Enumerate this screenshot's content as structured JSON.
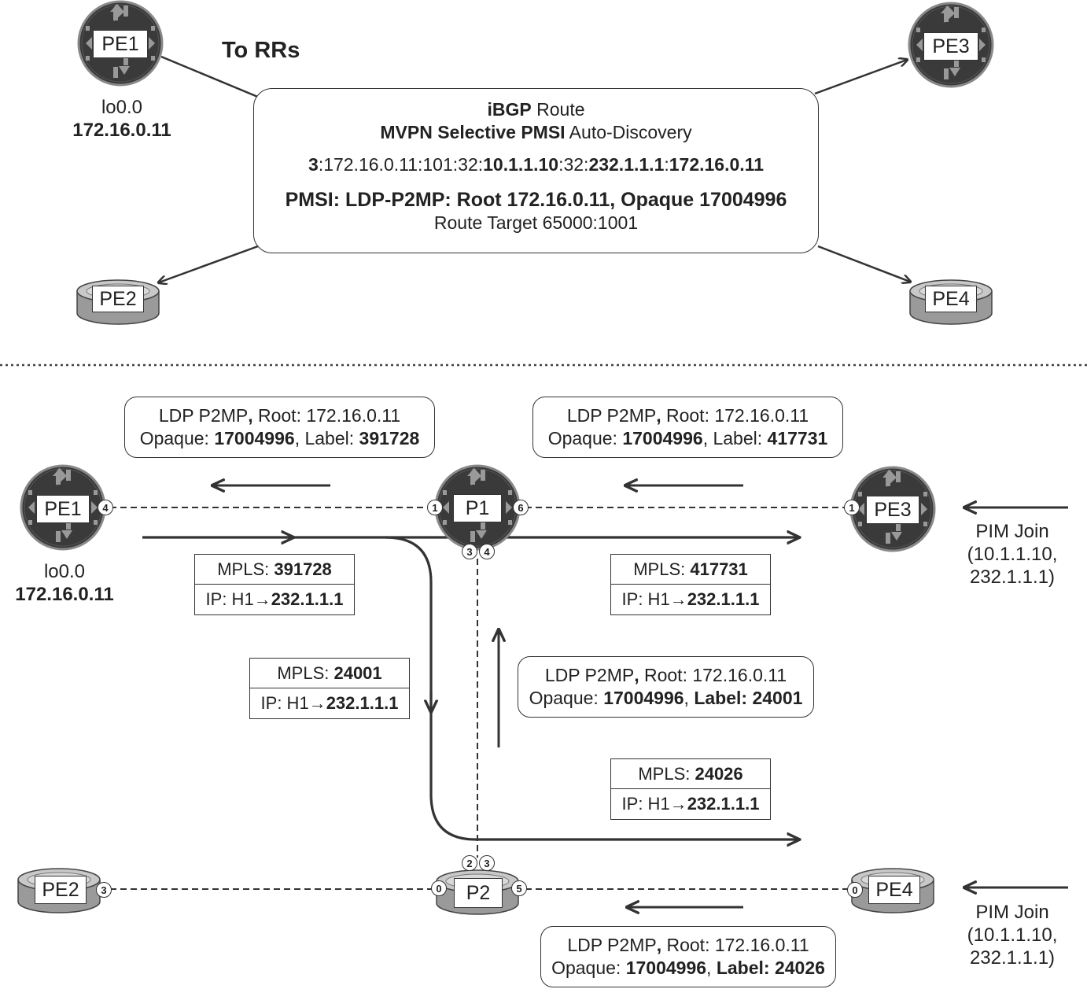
{
  "top": {
    "to_rrs": "To RRs",
    "pe1": {
      "name": "PE1",
      "lo": "lo0.0",
      "ip": "172.16.0.11"
    },
    "pe2": "PE2",
    "pe3": "PE3",
    "pe4": "PE4",
    "route": {
      "l1_bold": "iBGP",
      "l1_rest": " Route",
      "l2_bold": "MVPN Selective PMSI",
      "l2_rest": " Auto-Discovery",
      "l3_a": "3",
      "l3_b": ":172.16.0.11:101:32:",
      "l3_c": "10.1.1.10",
      "l3_d": ":32:",
      "l3_e": "232.1.1.1",
      "l3_f": ":",
      "l3_g": "172.16.0.11",
      "l4": "PMSI: LDP-P2MP: Root 172.16.0.11, Opaque 17004996",
      "l5": "Route Target 65000:1001"
    }
  },
  "bottom": {
    "nodes": {
      "pe1": "PE1",
      "p1": "P1",
      "pe3": "PE3",
      "pe2": "PE2",
      "p2": "P2",
      "pe4": "PE4"
    },
    "pe1_lo": "lo0.0",
    "pe1_ip": "172.16.0.11",
    "ports": {
      "pe1_4": "4",
      "p1_1": "1",
      "p1_6": "6",
      "p1_3": "3",
      "p1_4": "4",
      "pe3_1": "1",
      "pe2_3": "3",
      "p2_0": "0",
      "p2_5": "5",
      "p2_2": "2",
      "p2_3": "3",
      "pe4_0": "0"
    },
    "ldp": {
      "prefix": "LDP P2MP",
      "comma": ",",
      "root_text": " Root: 172.16.0.11",
      "opaque_label": "Opaque: ",
      "opaque_value": "17004996",
      "label_text": ", Label: ",
      "label_bold": ", ",
      "label_bold2": "Label: "
    },
    "ldp_labels": {
      "p1_to_pe1": "391728",
      "pe3_to_p1": "417731",
      "p2_to_p1": "24001",
      "pe4_to_p2": "24026"
    },
    "mpls": [
      {
        "mpls_label": "MPLS: ",
        "mpls_value": "391728",
        "ip_label": "IP: H1→",
        "ip_value": "232.1.1.1"
      },
      {
        "mpls_label": "MPLS: ",
        "mpls_value": "417731",
        "ip_label": "IP: H1→",
        "ip_value": "232.1.1.1"
      },
      {
        "mpls_label": "MPLS: ",
        "mpls_value": "24001",
        "ip_label": "IP: H1→",
        "ip_value": "232.1.1.1"
      },
      {
        "mpls_label": "MPLS: ",
        "mpls_value": "24026",
        "ip_label": "IP: H1→",
        "ip_value": "232.1.1.1"
      }
    ],
    "pim": {
      "l1": "PIM Join",
      "l2": "(10.1.1.10,",
      "l3": "232.1.1.1)"
    }
  }
}
